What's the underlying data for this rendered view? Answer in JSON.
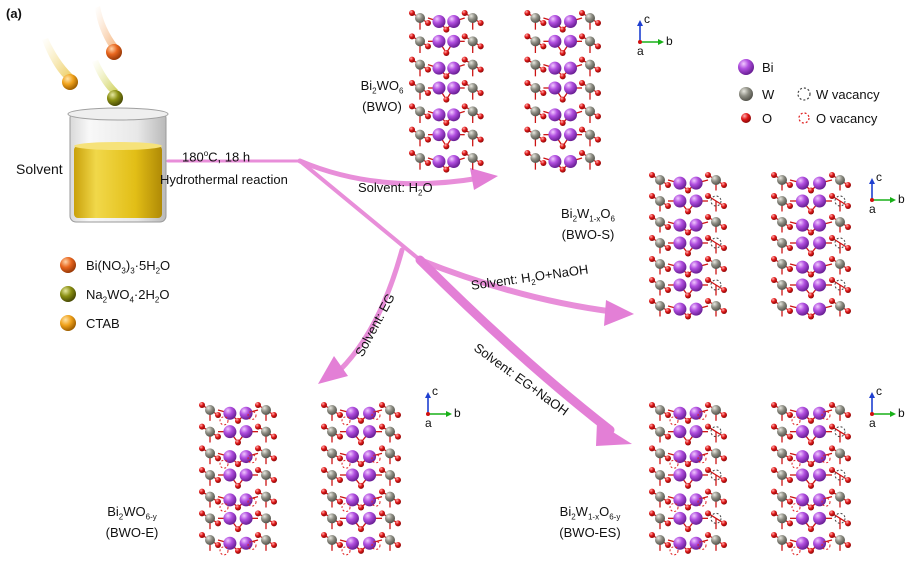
{
  "panel_label": "(a)",
  "beaker": {
    "label": "Solvent",
    "liquid_color": "#e2be16"
  },
  "reagents": [
    {
      "name": "Bi(NO3)3·5H2O",
      "color": "#e8661e"
    },
    {
      "name": "Na2WO4·2H2O",
      "color": "#8a8f12"
    },
    {
      "name": "CTAB",
      "color": "#f0a21c"
    }
  ],
  "conditions": {
    "temperature": "180°C, 18 h",
    "process": "Hydrothermal reaction"
  },
  "routes": [
    {
      "id": "r1",
      "label": "Solvent: H2O"
    },
    {
      "id": "r2",
      "label": "Solvent: H2O+NaOH"
    },
    {
      "id": "r3",
      "label": "Solvent: EG"
    },
    {
      "id": "r4",
      "label": "Solvent: EG+NaOH"
    }
  ],
  "products": [
    {
      "id": "bwo",
      "formula": "Bi2WO6",
      "short": "(BWO)"
    },
    {
      "id": "bwo_s",
      "formula": "Bi2W1-xO6",
      "short": "(BWO-S)"
    },
    {
      "id": "bwo_e",
      "formula": "Bi2WO6-y",
      "short": "(BWO-E)"
    },
    {
      "id": "bwo_es",
      "formula": "Bi2W1-xO6-y",
      "short": "(BWO-ES)"
    }
  ],
  "axes": {
    "c": "c",
    "b": "b",
    "a": "a"
  },
  "legend": [
    {
      "label": "Bi",
      "kind": "atom",
      "color": "#a33bd0"
    },
    {
      "label": "W",
      "kind": "atom",
      "color": "#8a8a80"
    },
    {
      "label": "O",
      "kind": "atom",
      "color": "#e01818"
    },
    {
      "label": "W vacancy",
      "kind": "vacancy",
      "color": "#444444"
    },
    {
      "label": "O vacancy",
      "kind": "vacancy",
      "color": "#e02020"
    }
  ],
  "colors": {
    "arrow": "#e37fd6",
    "arrow_light": "#f2b9ea",
    "bi": "#a33bd0",
    "w": "#8a8a80",
    "o": "#e01818",
    "bond": "#d01010"
  }
}
